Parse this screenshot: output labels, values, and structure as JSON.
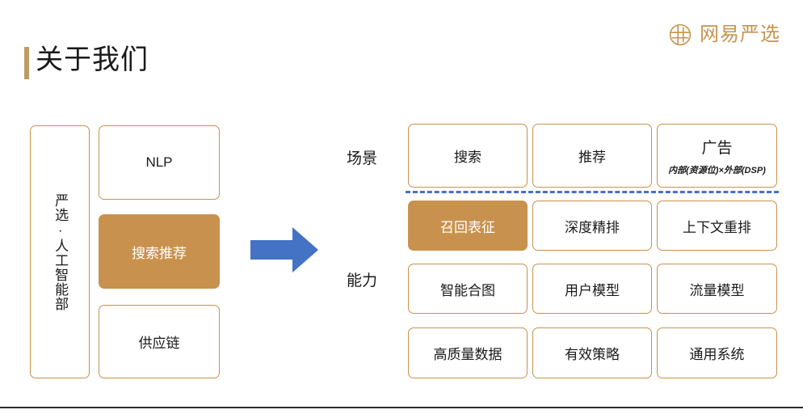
{
  "header": {
    "title": "关于我们",
    "accent_color": "#bd9b62",
    "brand_name": "网易严选",
    "brand_color": "#c4954f",
    "brand_icon": "circle-grid-logo-icon"
  },
  "theme": {
    "card_border": "#c8924e",
    "card_fill": "#c8924e",
    "divider_color": "#4472c4",
    "arrow_color": "#4472c4"
  },
  "left_panel": {
    "department": "严选·人工智能部",
    "teams": [
      {
        "label": "NLP",
        "highlighted": false
      },
      {
        "label": "搜索推荐",
        "highlighted": true
      },
      {
        "label": "供应链",
        "highlighted": false
      }
    ]
  },
  "arrow": {
    "name": "right-arrow-icon",
    "direction": "right"
  },
  "right_panel": {
    "sections": [
      {
        "label": "场景",
        "items": [
          {
            "label": "搜索",
            "sub": "",
            "highlighted": false
          },
          {
            "label": "推荐",
            "sub": "",
            "highlighted": false
          },
          {
            "label": "广告",
            "sub": "内部(资源位)×外部(DSP)",
            "highlighted": false
          }
        ]
      },
      {
        "label": "能力",
        "rows": [
          [
            {
              "label": "召回表征",
              "highlighted": true
            },
            {
              "label": "深度精排",
              "highlighted": false
            },
            {
              "label": "上下文重排",
              "highlighted": false
            }
          ],
          [
            {
              "label": "智能合图",
              "highlighted": false
            },
            {
              "label": "用户模型",
              "highlighted": false
            },
            {
              "label": "流量模型",
              "highlighted": false
            }
          ],
          [
            {
              "label": "高质量数据",
              "highlighted": false
            },
            {
              "label": "有效策略",
              "highlighted": false
            },
            {
              "label": "通用系统",
              "highlighted": false
            }
          ]
        ]
      }
    ]
  }
}
